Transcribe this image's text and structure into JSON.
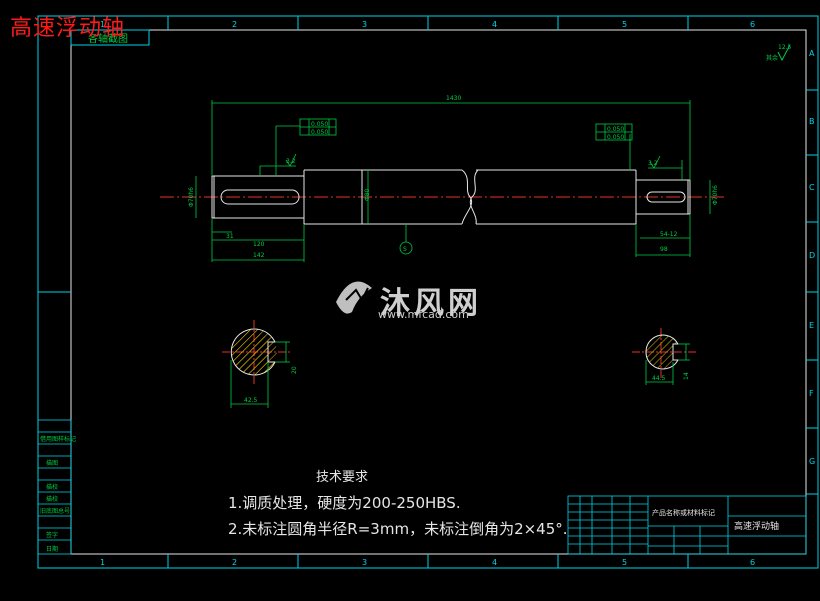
{
  "page_title": "高速浮动轴",
  "colors": {
    "frame": "#00d4e8",
    "dim": "#00cc44",
    "center": "#e6302a",
    "body": "#e6e6e6",
    "hatch": "#e6c000"
  },
  "border": {
    "top_zones": [
      "1",
      "2",
      "3",
      "4",
      "5",
      "6"
    ],
    "bottom_zones": [
      "1",
      "2",
      "3",
      "4",
      "5",
      "6"
    ],
    "right_zones": [
      "A",
      "B",
      "C",
      "D",
      "E",
      "F",
      "G"
    ]
  },
  "tl_box": "各轴截图",
  "roughness": {
    "value": "12.5",
    "suffix": "其余"
  },
  "dimensions": {
    "overall_length": "1430",
    "center_dia": "Φ80",
    "left_dia": "Φ70h6",
    "right_dia": "Φ70h6",
    "len_31": "31",
    "len_120": "120",
    "len_142": "142",
    "key_width": "54-12",
    "len_98": "98",
    "left_rough": "3.2",
    "right_rough": "3.2",
    "tol_left_1": "0.050",
    "tol_left_2": "0.050",
    "tol_right_1": "0.050",
    "tol_right_2": "0.050",
    "datum": "S",
    "sec_left_h": "42.5",
    "sec_left_v": "20",
    "sec_right_h": "44.5",
    "sec_right_v": "14"
  },
  "watermark": {
    "text": "沐风网",
    "url": "www.mfcad.com"
  },
  "tech_requirements": {
    "heading": "技术要求",
    "lines": [
      "1.调质处理，硬度为200-250HBS.",
      "2.未标注圆角半径R=3mm，未标注倒角为2×45°."
    ]
  },
  "left_strip": [
    "借用图样标记",
    "描图",
    "描校",
    "描校",
    "旧底图总号",
    "签字",
    "日期"
  ],
  "title_block": {
    "material_label": "产品名称或材料标记",
    "part_name": "高速浮动轴"
  }
}
